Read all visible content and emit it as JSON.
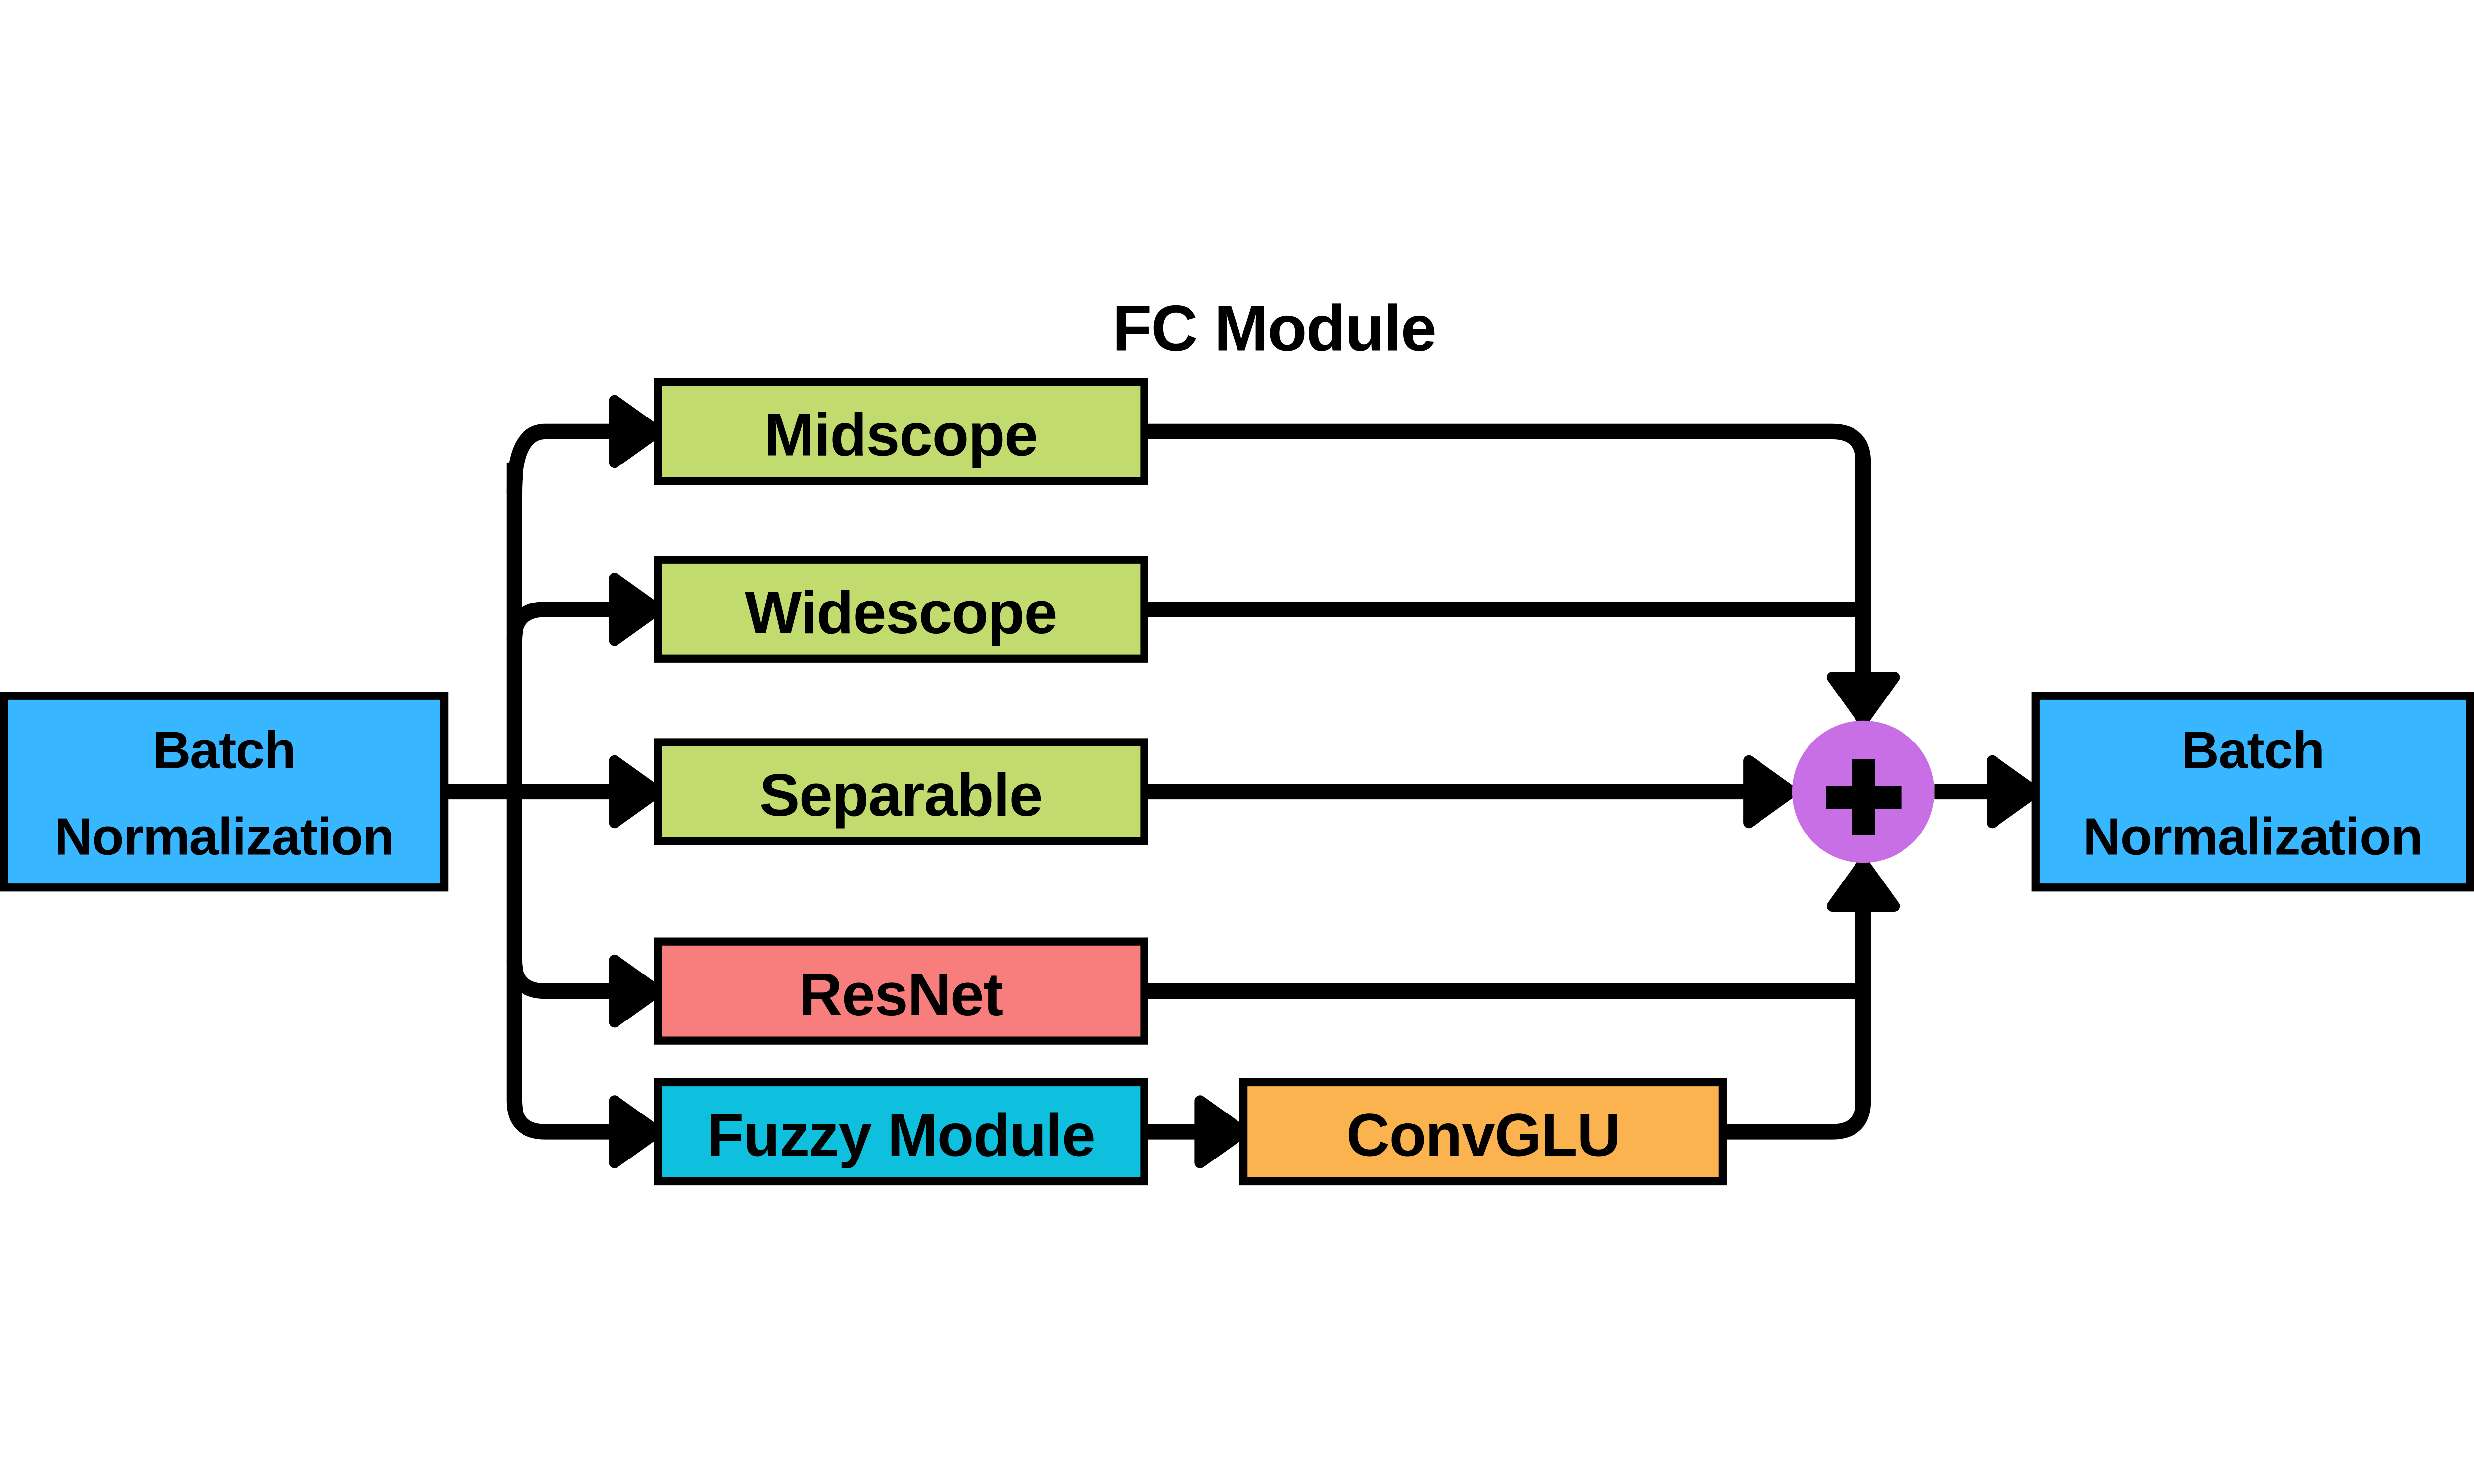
{
  "title": "FC Module",
  "colors": {
    "background": "#FFFFFF",
    "line": "#000000",
    "node_blue": "#38B6FF",
    "node_green": "#C1DB6E",
    "node_red": "#F87E7D",
    "node_cyan": "#0EC0DE",
    "node_orange": "#FBB350",
    "node_purple": "#C96FE6"
  },
  "nodes": {
    "input": {
      "line1": "Batch",
      "line2": "Normalization"
    },
    "output": {
      "line1": "Batch",
      "line2": "Normalization"
    },
    "midscope": {
      "label": "Midscope"
    },
    "widescope": {
      "label": "Widescope"
    },
    "separable": {
      "label": "Separable"
    },
    "resnet": {
      "label": "ResNet"
    },
    "fuzzy": {
      "label": "Fuzzy Module"
    },
    "convglu": {
      "label": "ConvGLU"
    },
    "sum": {
      "symbol": "+"
    }
  }
}
